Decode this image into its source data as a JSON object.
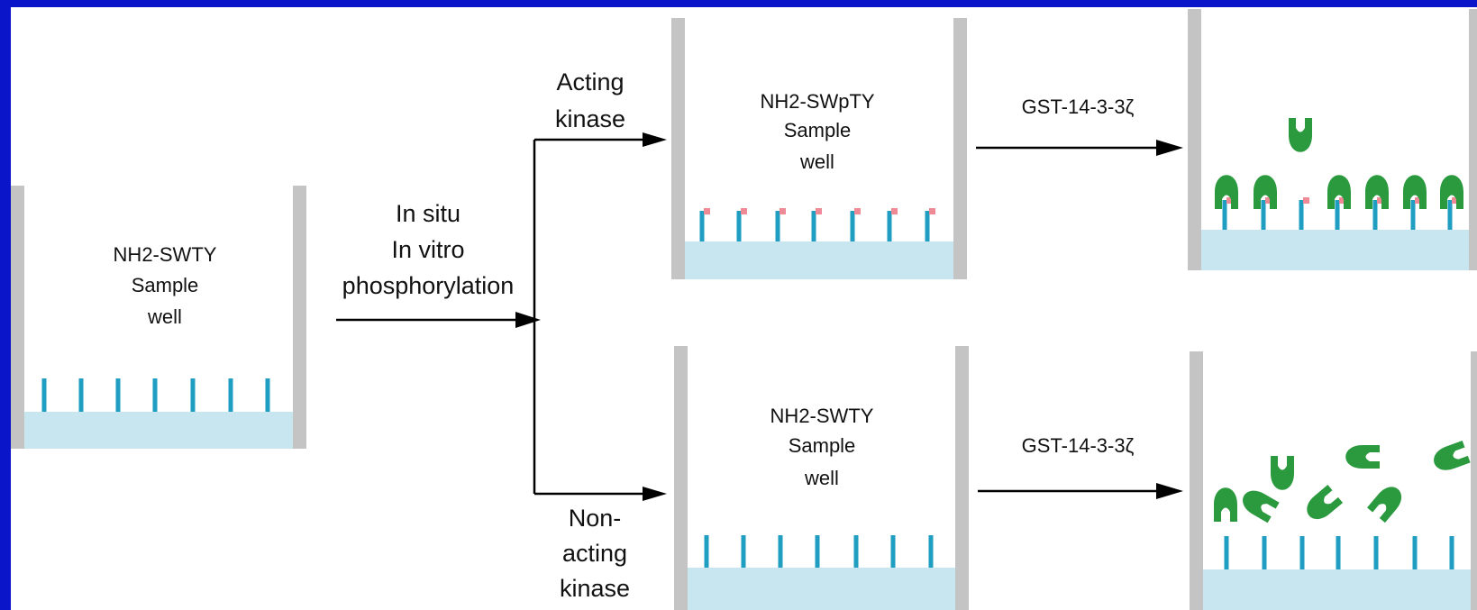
{
  "wells": {
    "start": {
      "line1": "NH2-SWTY",
      "line2": "Sample",
      "line3": "well"
    },
    "phosphorylated": {
      "line1": "NH2-SWpTY",
      "line2": "Sample",
      "line3": "well"
    },
    "unphosphorylated": {
      "line1": "NH2-SWTY",
      "line2": "Sample",
      "line3": "well"
    }
  },
  "step1": {
    "line1": "In situ",
    "line2": "In vitro",
    "line3": "phosphorylation"
  },
  "branch_top": {
    "line1": "Acting",
    "line2": "kinase"
  },
  "branch_bottom": {
    "line1": "Non-",
    "line2": "acting",
    "line3": "kinase"
  },
  "reagent_top": "GST-14-3-3ζ",
  "reagent_bottom": "GST-14-3-3ζ",
  "colors": {
    "border": "#0a14c8",
    "well_wall": "#c4c4c4",
    "well_floor": "#c8e6f0",
    "peptide": "#1f9ec2",
    "phosphate": "#ee8a96",
    "protein": "#2b9a3f"
  }
}
